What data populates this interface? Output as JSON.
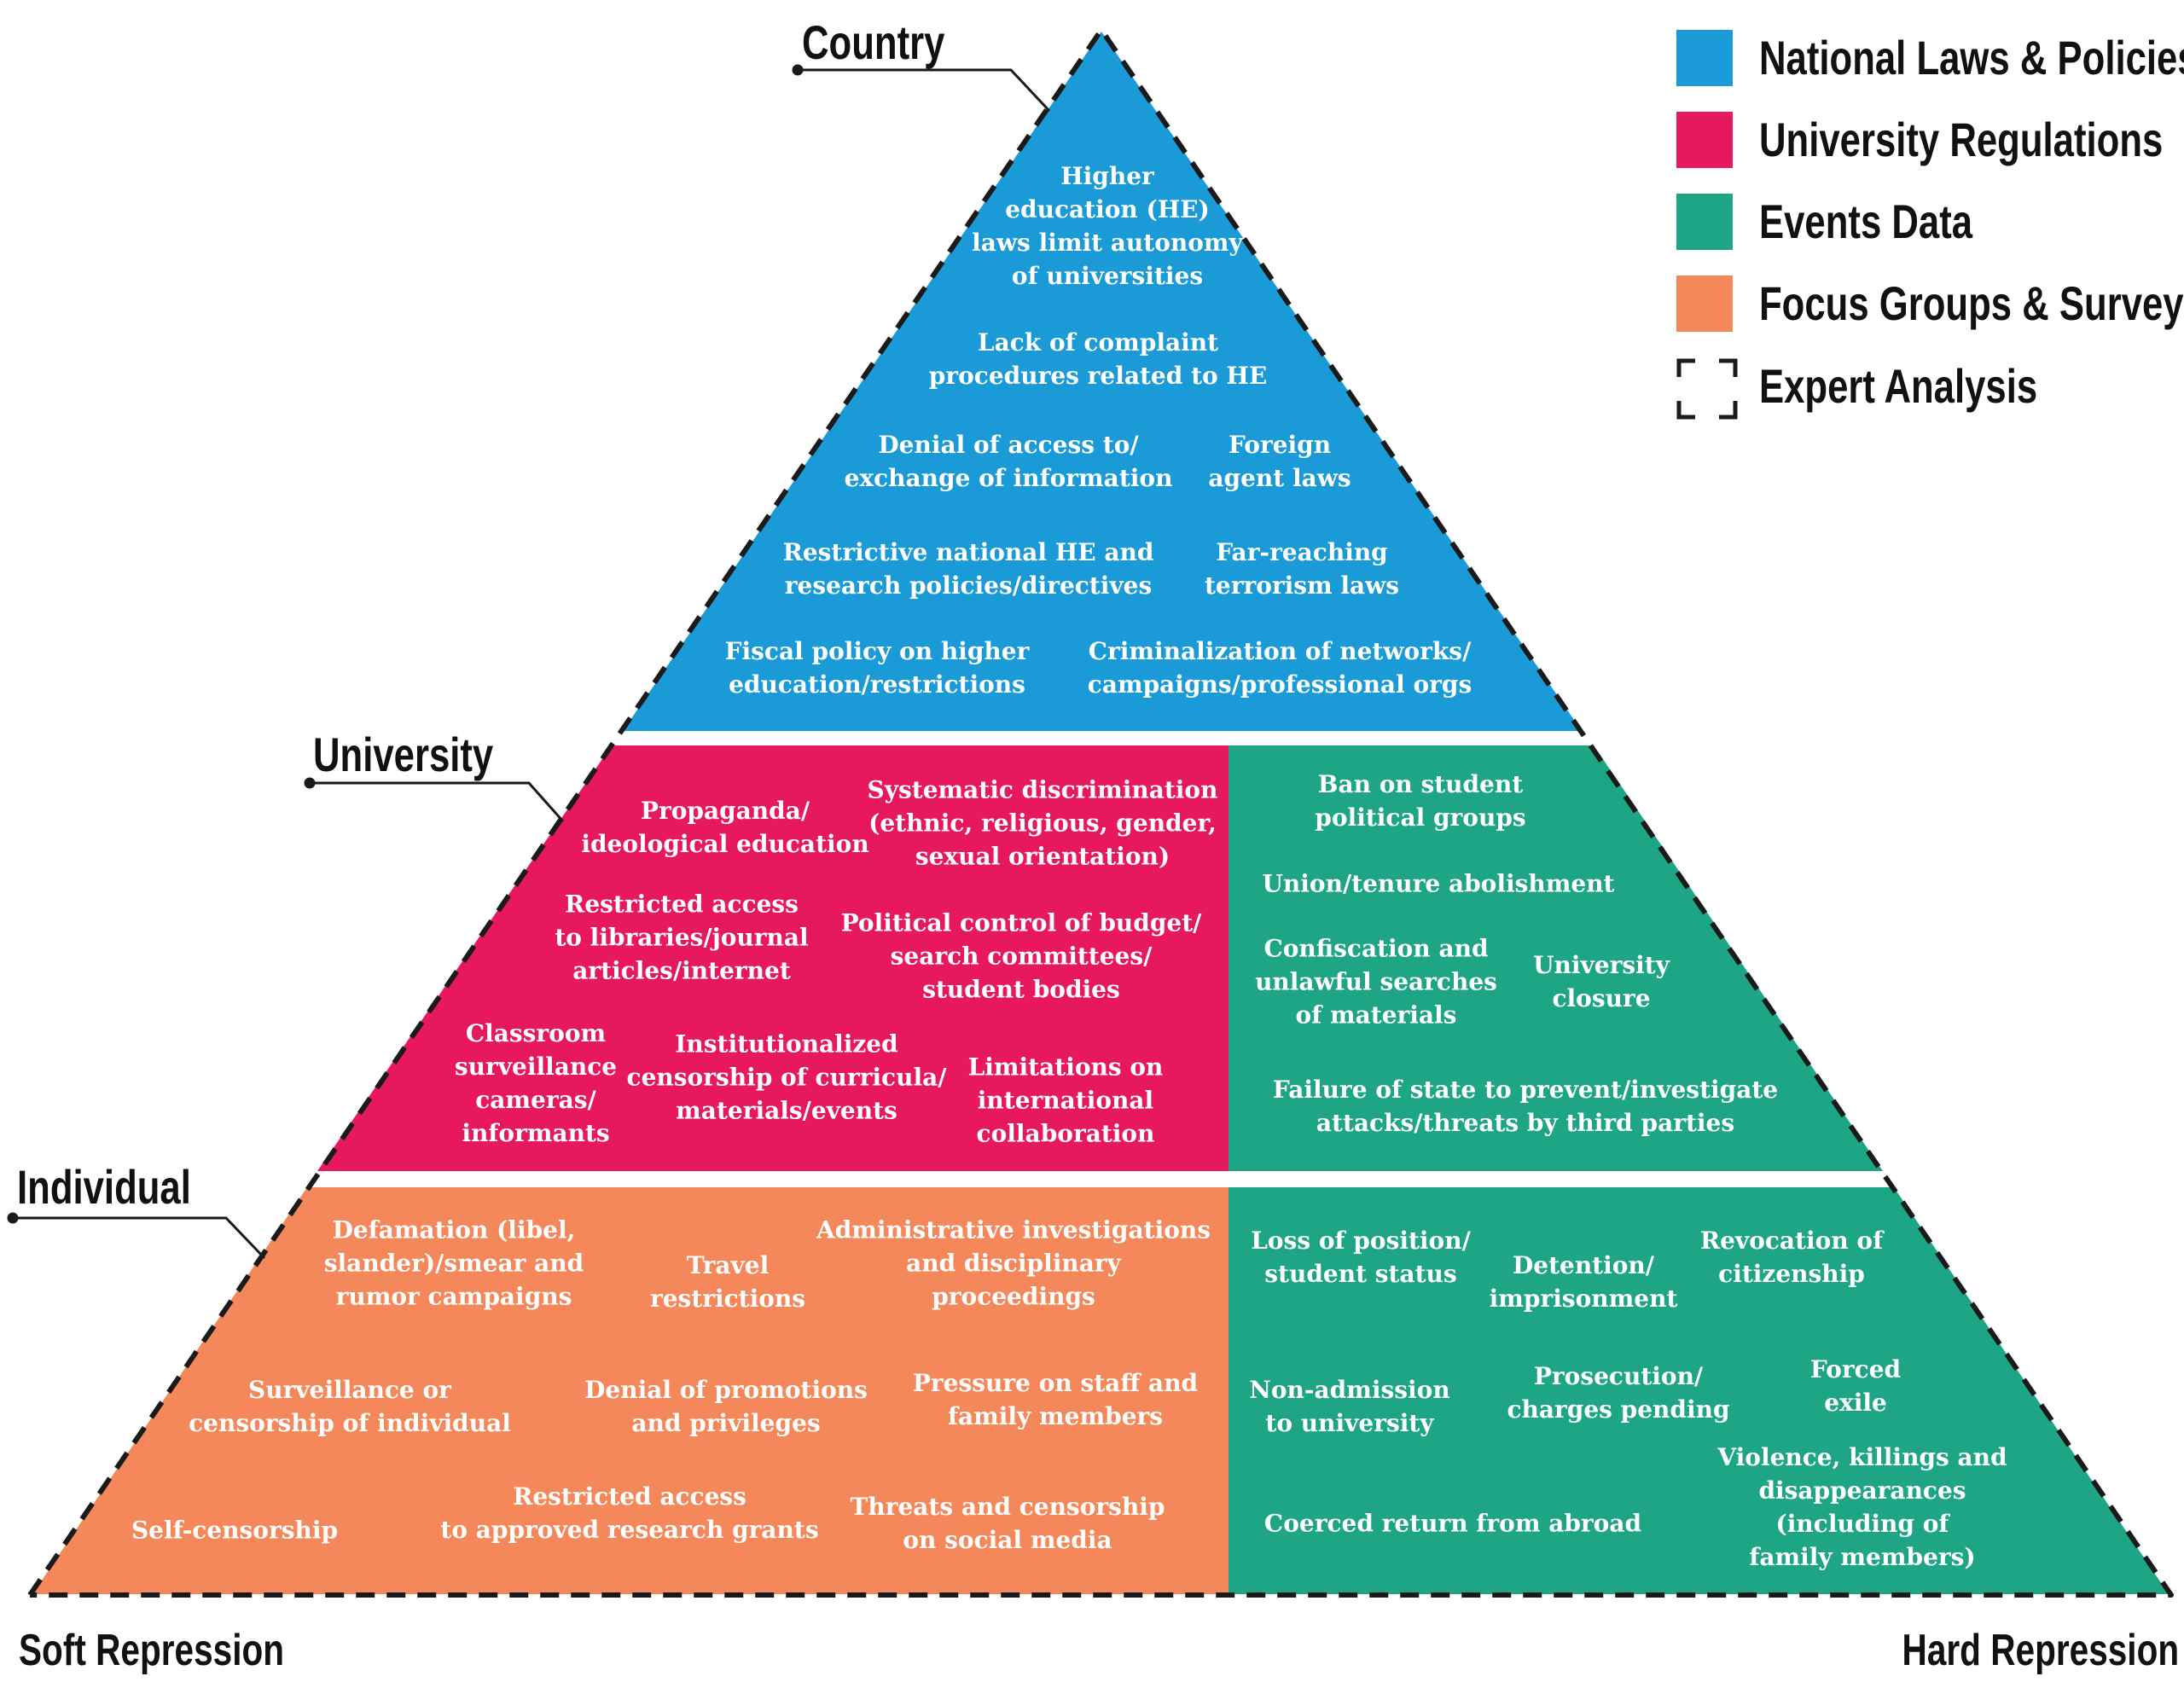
{
  "levels": {
    "country": "Country",
    "university": "University",
    "individual": "Individual"
  },
  "axis": {
    "left": "Soft Repression",
    "right": "Hard Repression"
  },
  "colors": {
    "national_laws": "#1a9ad7",
    "university_regulations": "#e8185c",
    "events_data": "#1da585",
    "focus_groups": "#f5885a"
  },
  "legend": [
    {
      "label": "National Laws & Policies",
      "color": "#1a9ad7"
    },
    {
      "label": "University Regulations",
      "color": "#e8185c"
    },
    {
      "label": "Events Data",
      "color": "#1da585"
    },
    {
      "label": "Focus Groups & Surveys",
      "color": "#f5885a"
    },
    {
      "label": "Expert Analysis",
      "icon": "dashed-square-icon"
    }
  ],
  "country_items": [
    "Higher\neducation (HE)\nlaws limit autonomy\nof universities",
    "Lack of complaint\nprocedures related to HE",
    "Denial of access to/\nexchange of information",
    "Foreign\nagent laws",
    "Restrictive national HE and\nresearch policies/directives",
    "Far-reaching\nterrorism laws",
    "Fiscal policy on higher\neducation/restrictions",
    "Criminalization of networks/\ncampaigns/professional orgs"
  ],
  "university_regulation_items": [
    "Propaganda/\nideological education",
    "Systematic discrimination\n(ethnic, religious, gender,\nsexual orientation)",
    "Restricted access\nto libraries/journal\narticles/internet",
    "Political control of budget/\nsearch committees/\nstudent bodies",
    "Classroom\nsurveillance\ncameras/\ninformants",
    "Institutionalized\ncensorship of curricula/\nmaterials/events",
    "Limitations on\ninternational\ncollaboration"
  ],
  "university_event_items": [
    "Ban on student\npolitical groups",
    "Union/tenure abolishment",
    "Confiscation  and\nunlawful searches\nof materials",
    "University\nclosure",
    "Failure of state to prevent/investigate\nattacks/threats by third parties"
  ],
  "individual_survey_items": [
    "Defamation (libel,\nslander)/smear and\nrumor campaigns",
    "Travel\nrestrictions",
    "Administrative investigations\nand disciplinary\nproceedings",
    "Surveillance or\ncensorship of individual",
    "Denial of promotions\nand privileges",
    "Pressure on staff and\nfamily members",
    "Self-censorship",
    "Restricted access\nto approved research grants",
    "Threats and censorship\non social media"
  ],
  "individual_event_items": [
    "Loss of position/\nstudent status",
    "Detention/\nimprisonment",
    "Revocation of\ncitizenship",
    "Non-admission\nto university",
    "Prosecution/\ncharges pending",
    "Forced\nexile",
    "Coerced return from abroad",
    "Violence, killings and\ndisappearances (including of\nfamily members)"
  ]
}
